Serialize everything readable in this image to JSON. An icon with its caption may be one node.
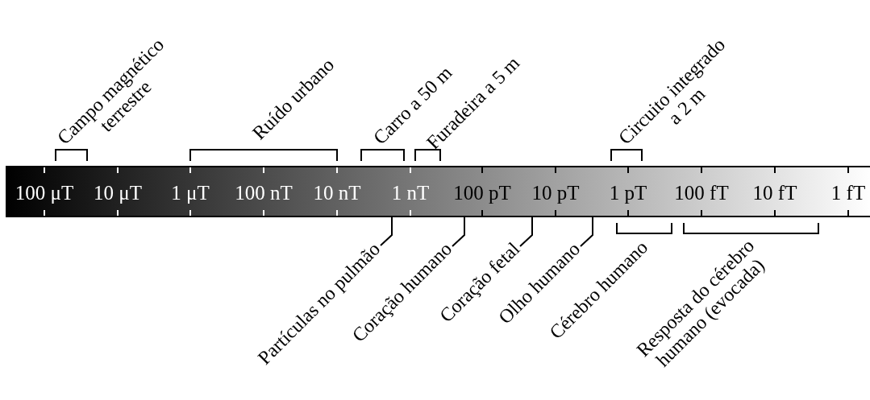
{
  "diagram": {
    "nodes": [
      {
        "text": [
          "Partículas no pulmão"
        ]
      },
      {
        "text": [
          "Coração humano"
        ]
      },
      {
        "text": [
          "Coração fetal"
        ]
      },
      {
        "text": [
          "Olho humano"
        ]
      },
      {
        "text": [],
        "shape": "bar"
      }
    ],
    "edges": [
      {
        "from": 0,
        "to": 4,
        "arrow": "none"
      },
      {
        "from": 1,
        "to": 4,
        "arrow": "none"
      },
      {
        "from": 2,
        "to": 4,
        "arrow": "none"
      },
      {
        "from": 3,
        "to": 4,
        "arrow": "none"
      }
    ],
    "labels": [
      "Campo magnético terrestre",
      "Ruído urbano",
      "Carro a 50 m",
      "Furadeira a 5 m",
      "Circuito integrado a 2 m",
      "100 μT",
      "10 μT",
      "1 μT",
      "100 nT",
      "10 nT",
      "1 nT",
      "100 pT",
      "10 pT",
      "1 pT",
      "100 fT",
      "10 fT",
      "1 fT",
      "Cérebro humano",
      "Resposta do cérebro humano (evocada)"
    ]
  }
}
